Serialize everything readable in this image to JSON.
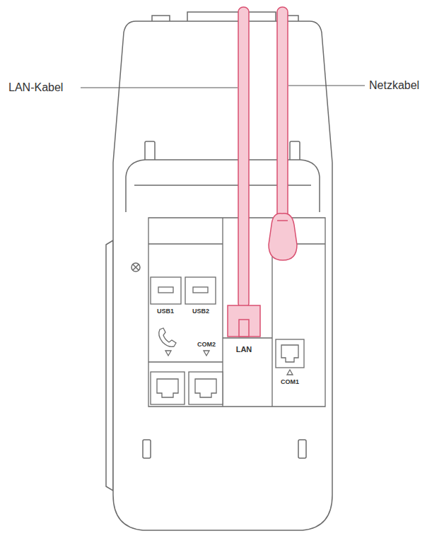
{
  "diagram": {
    "labels": [
      "LAN-Kabel",
      "Netzkabel",
      "USB1",
      "USB2",
      "COM2",
      "LAN",
      "COM1"
    ]
  }
}
